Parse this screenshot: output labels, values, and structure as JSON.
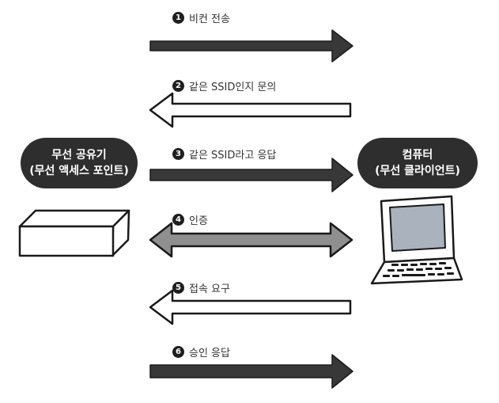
{
  "router_label": {
    "line1": "무선 공유기",
    "line2": "(무선 액세스 포인트)"
  },
  "computer_label": {
    "line1": "컴퓨터",
    "line2": "(무선 클라이언트)"
  },
  "steps": [
    {
      "number": "1",
      "text": "비컨 전송",
      "direction": "right",
      "style": "dark"
    },
    {
      "number": "2",
      "text": "같은 SSID인지 문의",
      "direction": "left",
      "style": "outline"
    },
    {
      "number": "3",
      "text": "같은 SSID라고 응답",
      "direction": "right",
      "style": "dark"
    },
    {
      "number": "4",
      "text": "인증",
      "direction": "both",
      "style": "gray"
    },
    {
      "number": "5",
      "text": "접속 요구",
      "direction": "left",
      "style": "outline"
    },
    {
      "number": "6",
      "text": "승인 응답",
      "direction": "right",
      "style": "dark"
    }
  ],
  "colors": {
    "dark": "#383838",
    "gray": "#8f8f8f",
    "outline": "#ffffff",
    "screen": "#aab3bd"
  }
}
